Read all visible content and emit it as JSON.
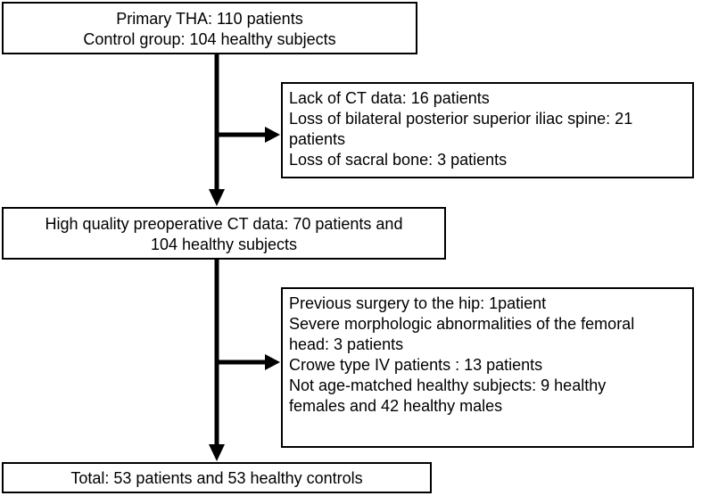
{
  "flowchart": {
    "start": {
      "lines": [
        "Primary THA: 110 patients",
        "Control group: 104 healthy subjects"
      ]
    },
    "exclusion_1": {
      "lines": [
        "Lack of CT data: 16 patients",
        "Loss of bilateral posterior superior iliac spine: 21",
        "patients",
        "Loss of sacral bone: 3 patients"
      ]
    },
    "intermediate": {
      "lines": [
        "High quality preoperative CT data: 70 patients and",
        "104 healthy subjects"
      ]
    },
    "exclusion_2": {
      "lines": [
        "Previous surgery to the hip: 1patient",
        "Severe morphologic abnormalities of the femoral",
        "head: 3 patients",
        "Crowe type IV patients : 13 patients",
        "Not age-matched healthy subjects: 9 healthy",
        "females and 42 healthy males"
      ]
    },
    "final": {
      "lines": [
        "Total: 53 patients and 53 healthy controls"
      ]
    }
  },
  "colors": {
    "border": "#000000",
    "arrow": "#000000",
    "background": "#ffffff",
    "text": "#000000"
  }
}
